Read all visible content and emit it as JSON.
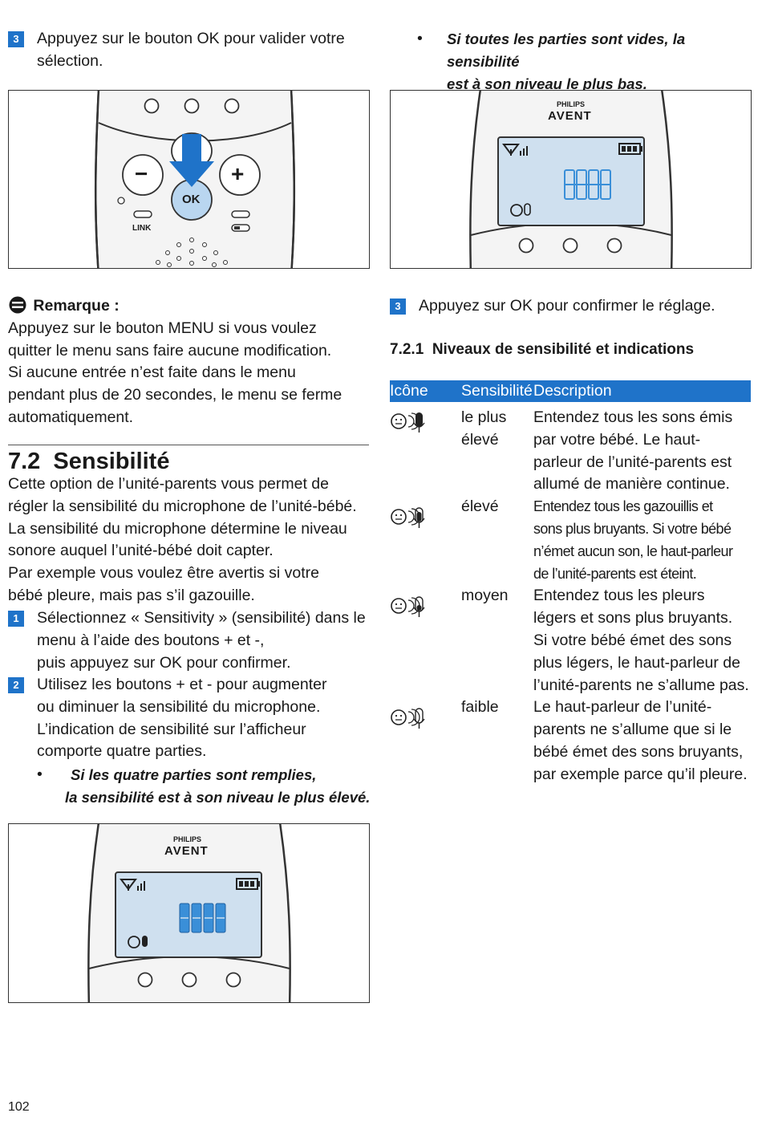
{
  "left_col": {
    "step3_num": "3",
    "step3_lines": [
      "Appuyez sur le bouton OK pour valider votre",
      "sélection."
    ],
    "figure1": {
      "minus": "−",
      "plus": "+",
      "ok": "OK",
      "link": "LINK"
    },
    "note": {
      "title": "Remarque :",
      "lines": [
        "Appuyez sur le bouton MENU si vous voulez",
        "quitter le menu sans faire aucune modification.",
        "Si aucune entrée n’est faite dans le menu",
        "pendant plus de 20 secondes, le menu se ferme",
        "automatiquement."
      ]
    },
    "section": {
      "title": "7.2  Sensibilité",
      "intro": [
        "Cette option de l’unité-parents vous permet de",
        "régler la sensibilité du microphone de l’unité-bébé.",
        "La sensibilité du microphone détermine le niveau",
        "sonore auquel l’unité-bébé doit capter.",
        "Par exemple vous voulez être avertis si votre",
        "bébé pleure, mais pas s’il gazouille."
      ],
      "step1_num": "1",
      "step1_lines": [
        "Sélectionnez « Sensitivity » (sensibilité) dans le",
        "menu à l’aide des boutons + et -,",
        "puis appuyez sur OK pour confirmer."
      ],
      "step2_num": "2",
      "step2_lines": [
        "Utilisez les boutons + et - pour augmenter",
        "ou diminuer la sensibilité du microphone.",
        "L’indication de sensibilité sur l’afficheur",
        "comporte quatre parties."
      ],
      "bullet_mark": "•",
      "bullet_lines": [
        "Si les quatre parties sont remplies,",
        "la sensibilité est à son niveau le plus élevé."
      ]
    },
    "figure3": {
      "brand1": "PHILIPS",
      "brand2": "AVENT"
    },
    "page_number": "102"
  },
  "right_col": {
    "bullet_mark": "•",
    "bullet_lines": [
      "Si toutes les parties sont vides, la sensibilité",
      "est à son niveau le plus bas."
    ],
    "figure2": {
      "brand1": "PHILIPS",
      "brand2": "AVENT"
    },
    "step3_num": "3",
    "step3_text": "Appuyez sur OK pour confirmer le réglage.",
    "subsection_title": "7.2.1  Niveaux de sensibilité et indications",
    "table": {
      "headers": [
        "Icône",
        "Sensibilité",
        "Description"
      ],
      "rows": [
        {
          "sens": [
            "le plus",
            "élevé"
          ],
          "desc": [
            "Entendez tous les sons émis",
            "par votre bébé. Le haut-",
            "parleur de l’unité-parents est",
            "allumé de manière continue."
          ]
        },
        {
          "sens": [
            "élevé"
          ],
          "desc": [
            "Entendez tous les gazouillis et",
            "sons plus bruyants. Si votre bébé",
            "n’émet aucun son, le haut-parleur",
            "de l’unité-parents est éteint."
          ]
        },
        {
          "sens": [
            "moyen"
          ],
          "desc": [
            "Entendez tous les pleurs",
            "légers et sons plus bruyants.",
            "Si votre bébé émet des sons",
            "plus légers, le haut-parleur de",
            "l’unité-parents ne s’allume pas."
          ]
        },
        {
          "sens": [
            "faible"
          ],
          "desc": [
            "Le haut-parleur de l’unité-",
            "parents ne s’allume que si le",
            "bébé émet des sons bruyants,",
            "par exemple parce qu’il pleure."
          ]
        }
      ]
    }
  }
}
